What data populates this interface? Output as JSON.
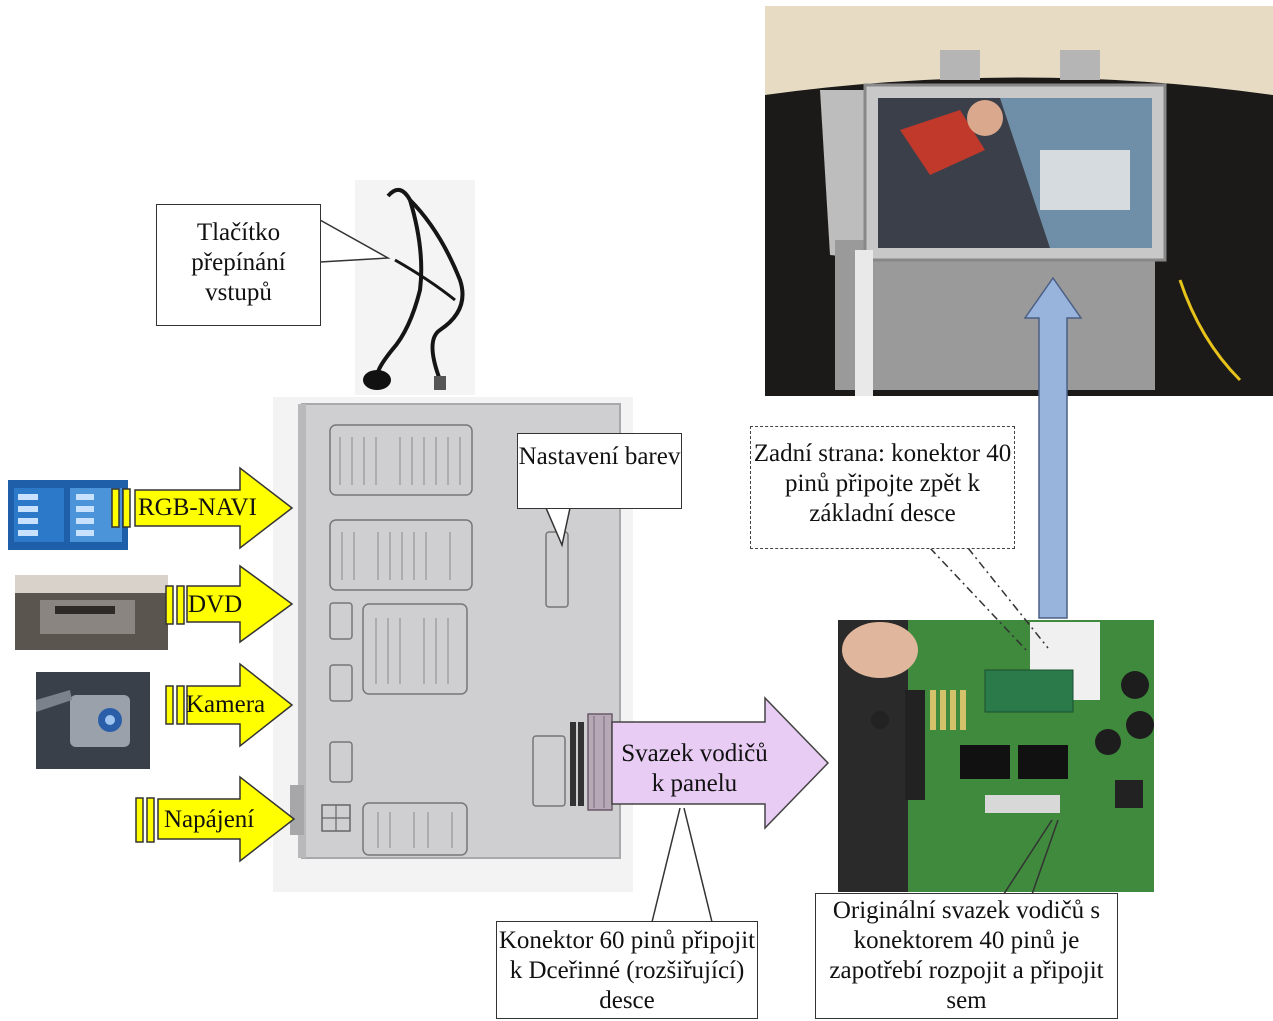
{
  "colors": {
    "arrow_yellow": "#ffff00",
    "arrow_purple": "#e8ccf4",
    "arrow_blue": "#98b3dc",
    "module_gray": "#cfcfd1",
    "pcb_green": "#3f8a3c"
  },
  "callouts": {
    "switch_button": "Tlačítko přepínání vstupů",
    "color_settings": "Nastavení barev",
    "back_side": "Zadní strana: konektor 40 pinů připojte zpět k základní desce",
    "connector_60": "Konektor 60 pinů připojit k Dceřinné (rozšiřující) desce",
    "original_harness": "Originální svazek vodičů s konektorem 40 pinů je zapotřebí rozpojit a připojit sem"
  },
  "inputs": [
    {
      "label": "RGB-NAVI"
    },
    {
      "label": "DVD"
    },
    {
      "label": "Kamera"
    },
    {
      "label": "Napájení"
    }
  ],
  "harness_arrow_label": "Svazek vodičů k panelu"
}
